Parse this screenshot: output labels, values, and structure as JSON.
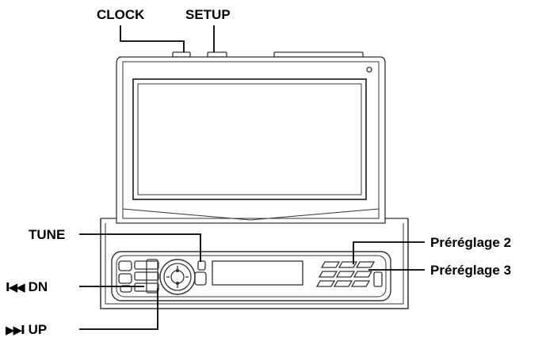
{
  "labels": {
    "clock": "CLOCK",
    "setup": "SETUP",
    "tune": "TUNE",
    "dn_glyph": "I◀◀",
    "dn": "DN",
    "up_glyph": "▶▶I",
    "up": "UP",
    "preset2": "Préréglage 2",
    "preset3": "Préréglage 3"
  },
  "colors": {
    "line": "#000000",
    "body_stroke": "#333333",
    "fill": "#ffffff"
  }
}
